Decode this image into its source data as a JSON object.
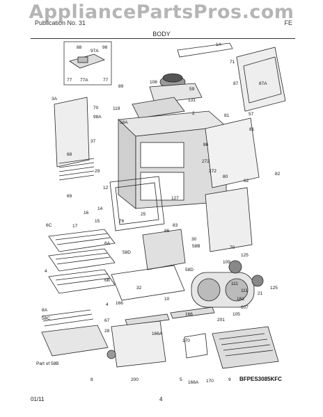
{
  "watermark": "AppliancePartsPros.com",
  "header": {
    "left": "Publication No. 31",
    "right": "FE",
    "section": "BODY"
  },
  "footer": {
    "date": "01/11",
    "page": "4"
  },
  "model_code": "BFPES3085KFC",
  "callouts": {
    "c1A": "1A",
    "c71": "71",
    "c88": "88",
    "c97A": "97A",
    "c98": "98",
    "c77A": "77A",
    "c77a": "77",
    "c77b": "77",
    "c87": "87",
    "c87A": "87A",
    "c3A": "3A",
    "c70a": "70",
    "c98A": "98A",
    "c68": "68",
    "c37": "37",
    "c29": "29",
    "c12": "12",
    "c69": "69",
    "c14": "14",
    "c16": "16",
    "c15": "15",
    "c17": "17",
    "c6C": "6C",
    "c6A": "6A",
    "c4": "4",
    "c6B": "6B",
    "c4b": "4",
    "c8A": "8A",
    "c58C": "58C",
    "c67": "67",
    "c28": "28",
    "c8": "8",
    "partof": "Part of 58B",
    "c89": "89",
    "c108": "108",
    "c59": "59",
    "c119": "119",
    "c131": "131",
    "c2": "2",
    "c58A": "58A",
    "c81": "81",
    "c57": "57",
    "c81b": "81",
    "c86": "86",
    "c272a": "272",
    "c272b": "272",
    "c62": "62",
    "c80": "80",
    "c82": "82",
    "c127": "127",
    "c76": "76",
    "c25": "25",
    "c83": "83",
    "c86b": "86",
    "c58D": "58D",
    "c58B": "58B",
    "c30": "30",
    "c70b": "70",
    "c58D2": "58D",
    "c32": "32",
    "c10": "10",
    "c109": "109",
    "c125a": "125",
    "c111a": "111",
    "c111b": "111",
    "c125b": "125",
    "c161": "161",
    "c21": "21",
    "c107": "107",
    "c105": "105",
    "c166a": "166",
    "c166b": "166",
    "c166A": "166A",
    "c170a": "170",
    "c201": "201",
    "c200": "200",
    "c5": "5",
    "c166A2": "166A",
    "c170b": "170",
    "c9": "9"
  }
}
